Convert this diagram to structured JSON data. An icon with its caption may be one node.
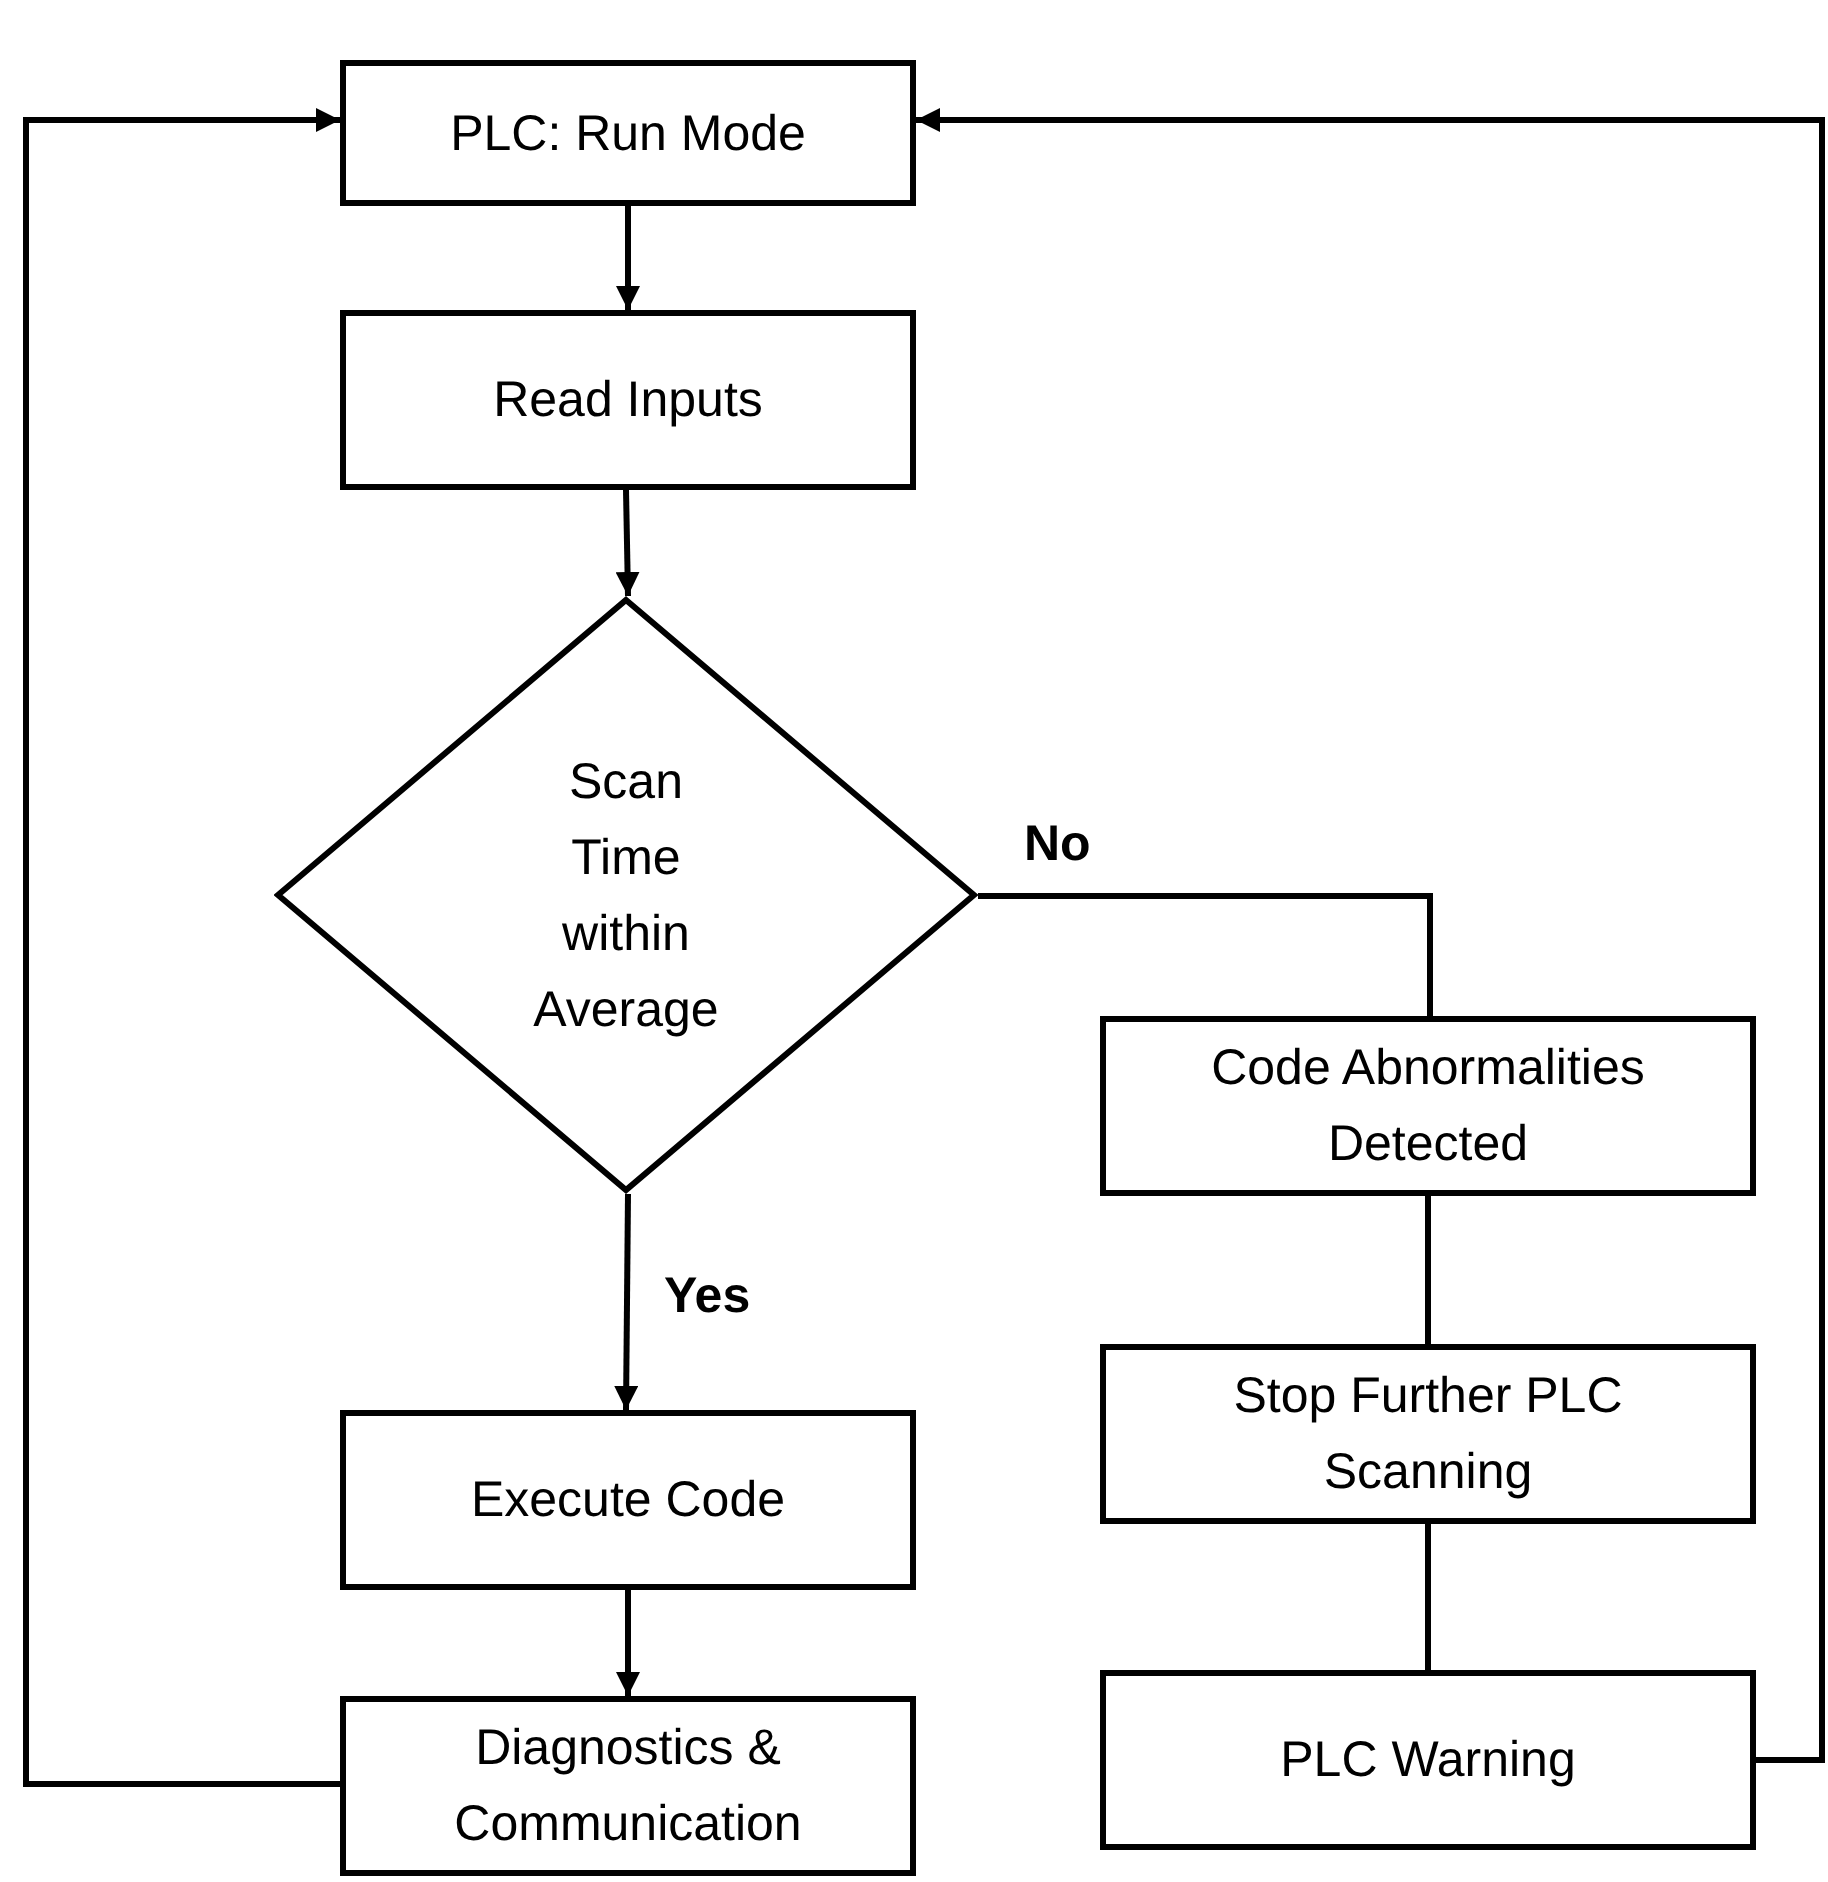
{
  "diagram": {
    "nodes": [
      {
        "text": [
          "PLC: Run Mode"
        ]
      },
      {
        "text": [
          "Read Inputs"
        ]
      },
      {
        "text": [
          "Scan Time within Average"
        ]
      },
      {
        "text": [
          "Code Abnormalities Detected"
        ]
      },
      {
        "text": [
          "Execute Code"
        ]
      },
      {
        "text": [
          "Diagnostics & Communication"
        ]
      },
      {
        "text": [
          "Stop Further PLC Scanning"
        ]
      },
      {
        "text": [
          "PLC Warning"
        ]
      }
    ],
    "edges": [
      {
        "from": 0,
        "to": 1,
        "arrow": "to"
      },
      {
        "from": 1,
        "to": 2,
        "arrow": "to"
      },
      {
        "from": 2,
        "to": 3,
        "arrow": "none",
        "label": "No"
      },
      {
        "from": 2,
        "to": 4,
        "arrow": "to",
        "label": "Yes"
      },
      {
        "from": 4,
        "to": 5,
        "arrow": "to"
      },
      {
        "from": 5,
        "to": 0,
        "arrow": "to"
      },
      {
        "from": 3,
        "to": 6,
        "arrow": "none"
      },
      {
        "from": 6,
        "to": 7,
        "arrow": "none"
      },
      {
        "from": 7,
        "to": 0,
        "arrow": "to"
      }
    ]
  }
}
